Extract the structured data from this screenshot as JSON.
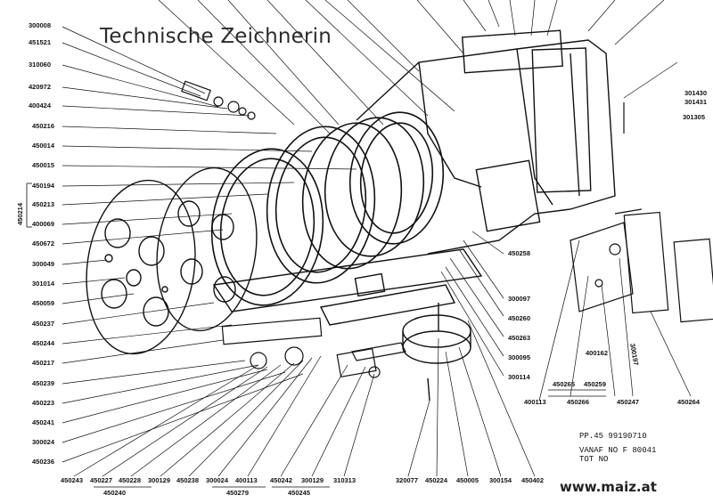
{
  "header": {
    "title": "Technische Zeichnerin"
  },
  "footer": {
    "website": "www.maiz.at"
  },
  "stamp": {
    "line1": "PP.45  99190710",
    "line2": "VANAF NO  F 80041",
    "line3": "TOT  NO"
  },
  "left_labels": [
    "300008",
    "451521",
    "310060",
    "420972",
    "400424",
    "450216",
    "450014",
    "450015",
    "450194",
    "450213",
    "400069",
    "450672",
    "300049",
    "301014",
    "450059",
    "450237",
    "450244",
    "450217",
    "450239",
    "450223",
    "450241",
    "300024",
    "450236"
  ],
  "group_side_label": "450214",
  "bottom_labels": [
    "450243",
    "450227",
    "450228",
    "300129",
    "450238",
    "300024",
    "400113",
    "450242",
    "300129",
    "310313",
    "320077",
    "450224",
    "450005",
    "300154",
    "450402"
  ],
  "bottom_group_labels": [
    "450240",
    "450279",
    "450245"
  ],
  "mid_labels": [
    "450258",
    "300097",
    "450260",
    "450263",
    "300095",
    "300114"
  ],
  "right_labels": [
    "301430",
    "301431",
    "301305",
    "400162",
    "450265",
    "450259",
    "450266",
    "450247",
    "450264",
    "400113"
  ],
  "rotated_label": "300197"
}
